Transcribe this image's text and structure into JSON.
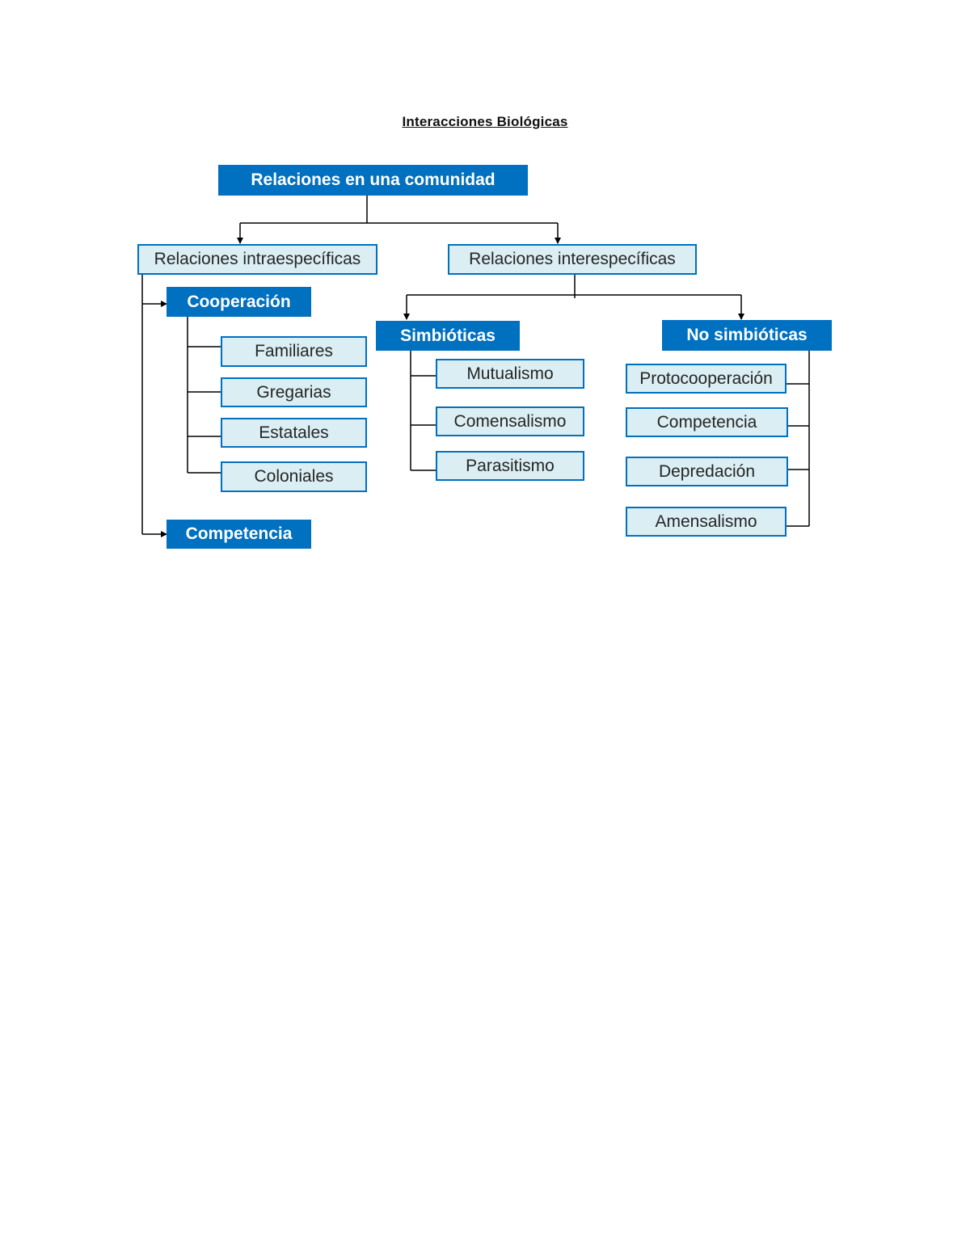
{
  "title": "Interacciones Biológicas",
  "colors": {
    "accent": "#0070c0",
    "box_fill": "#daeef3",
    "line": "#000000"
  },
  "diagram": {
    "root": "Relaciones en una comunidad",
    "intra": {
      "label": "Relaciones intraespecíficas",
      "cooperacion": {
        "label": "Cooperación",
        "items": [
          "Familiares",
          "Gregarias",
          "Estatales",
          "Coloniales"
        ]
      },
      "competencia": "Competencia"
    },
    "inter": {
      "label": "Relaciones interespecíficas",
      "simbioticas": {
        "label": "Simbióticas",
        "items": [
          "Mutualismo",
          "Comensalismo",
          "Parasitismo"
        ]
      },
      "no_simbioticas": {
        "label": "No simbióticas",
        "items": [
          "Protocooperación",
          "Competencia",
          "Depredación",
          "Amensalismo"
        ]
      }
    }
  }
}
